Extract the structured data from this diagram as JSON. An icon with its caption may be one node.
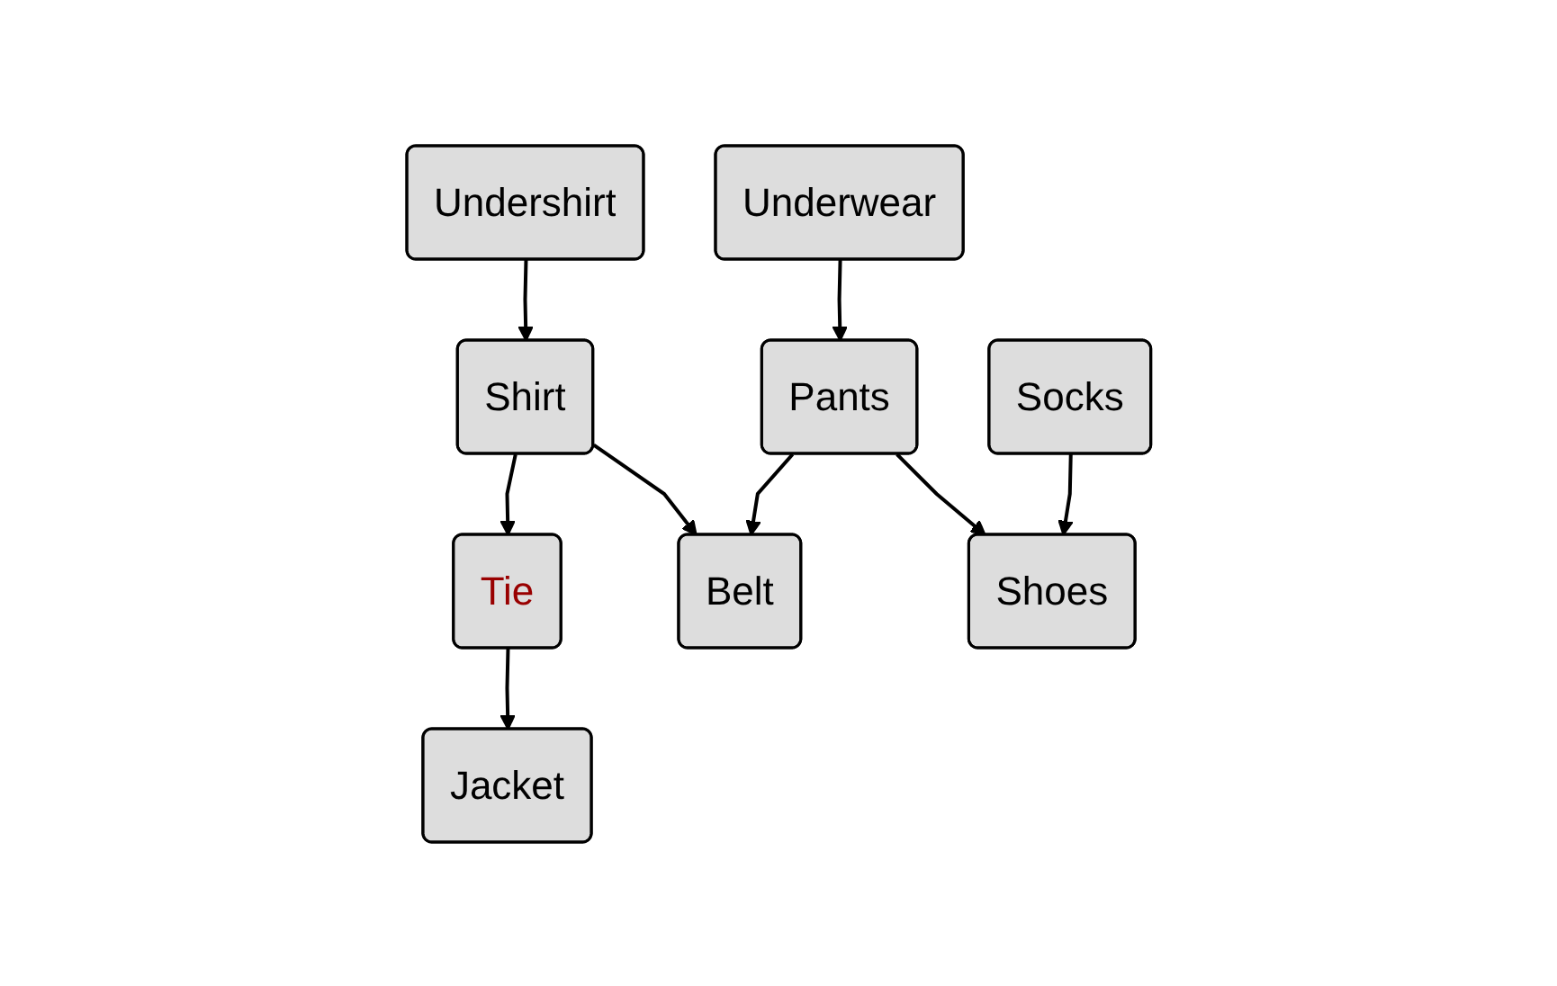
{
  "diagram": {
    "nodes": [
      {
        "text": [
          "Socks"
        ]
      },
      {
        "text": [
          "Underwear"
        ]
      },
      {
        "text": [
          "Undershirt"
        ]
      },
      {
        "text": [
          "Pants"
        ]
      },
      {
        "text": [
          "Shirt"
        ]
      },
      {
        "text": [
          "Tie"
        ]
      },
      {
        "text": [
          "Belt"
        ]
      },
      {
        "text": [
          "Shoes"
        ]
      },
      {
        "text": [
          "Jacket"
        ]
      }
    ],
    "edges": [
      {
        "from": 0,
        "to": 7,
        "arrow": "to"
      },
      {
        "from": 1,
        "to": 3,
        "arrow": "to"
      },
      {
        "from": 2,
        "to": 4,
        "arrow": "to"
      },
      {
        "from": 3,
        "to": 7,
        "arrow": "to"
      },
      {
        "from": 3,
        "to": 6,
        "arrow": "to"
      },
      {
        "from": 4,
        "to": 6,
        "arrow": "to"
      },
      {
        "from": 4,
        "to": 5,
        "arrow": "to"
      },
      {
        "from": 5,
        "to": 8,
        "arrow": "to"
      }
    ]
  }
}
